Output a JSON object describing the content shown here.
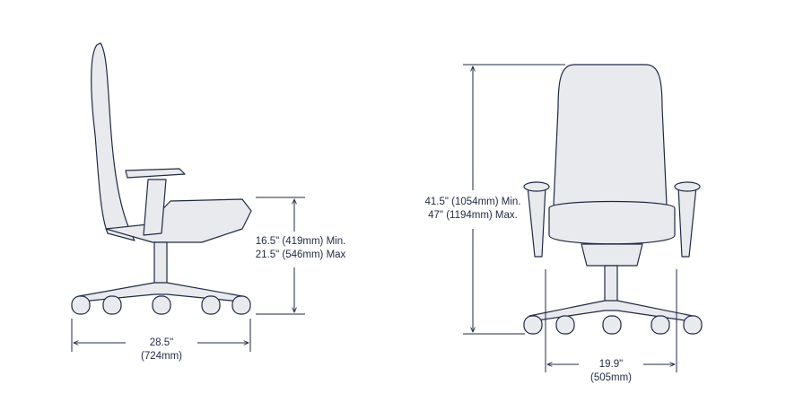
{
  "side_view": {
    "seat_height_min": "16.5\" (419mm) Min.",
    "seat_height_max": "21.5\" (546mm) Max",
    "depth_in": "28.5\"",
    "depth_mm": "(724mm)"
  },
  "front_view": {
    "height_min": "41.5\" (1054mm) Min.",
    "height_max": "47\" (1194mm) Max.",
    "width_in": "19.9\"",
    "width_mm": "(505mm)"
  },
  "colors": {
    "stroke": "#1f2a44",
    "fill": "#e9eaee"
  }
}
